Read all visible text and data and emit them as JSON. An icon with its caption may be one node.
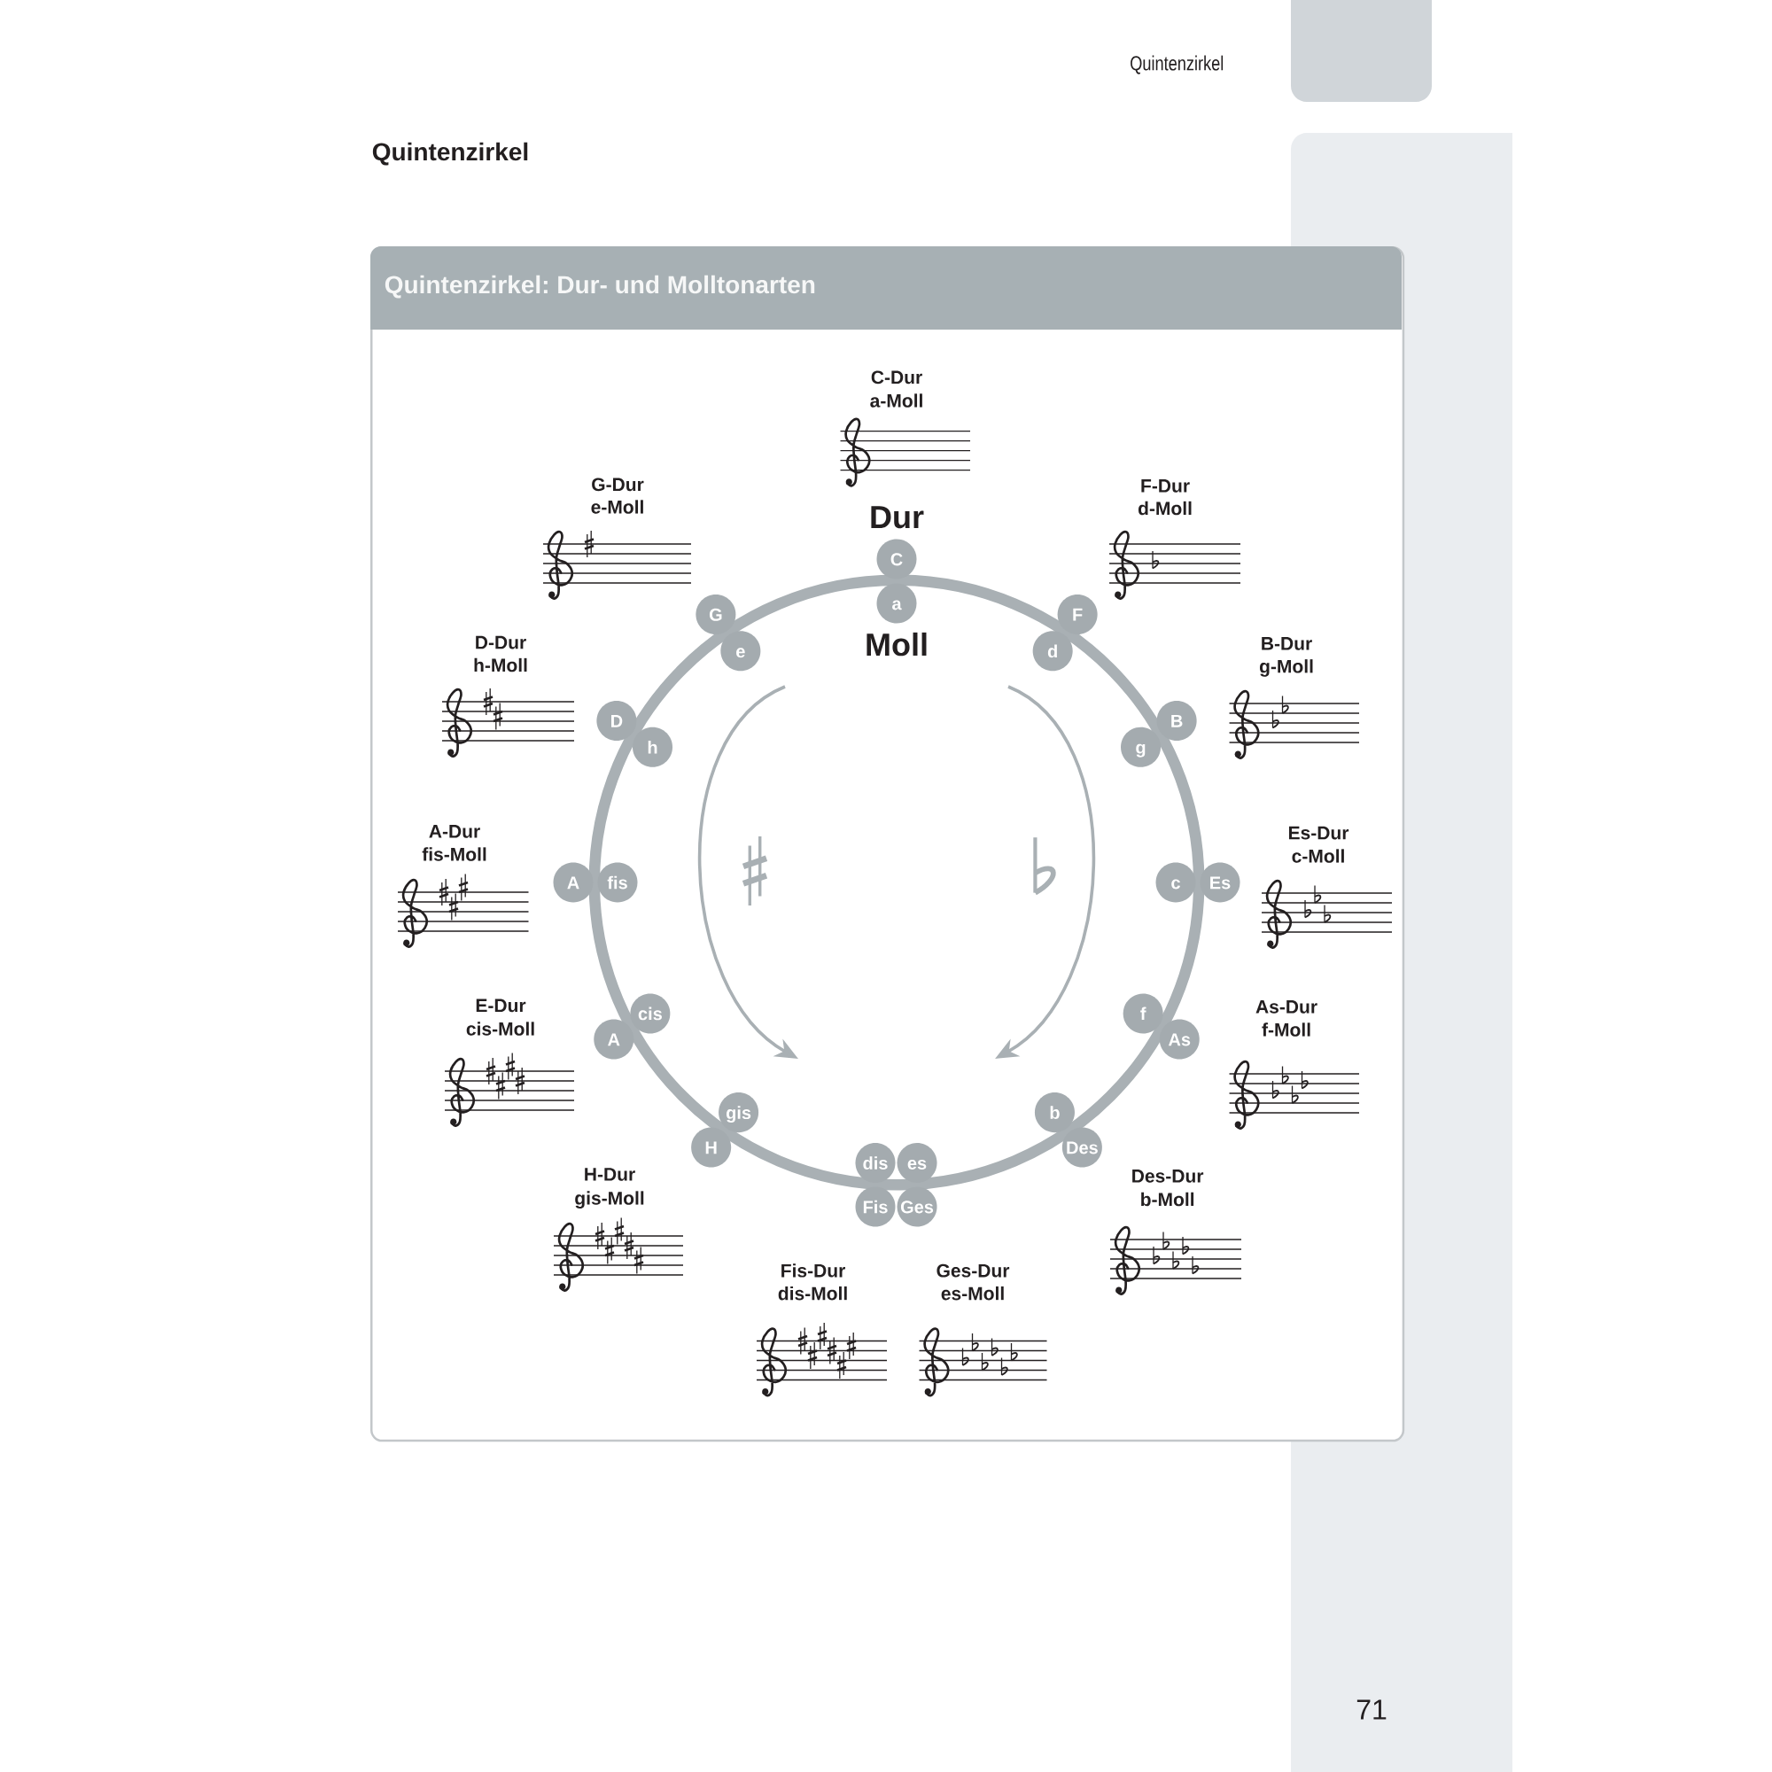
{
  "diagram": {
    "title": "Quintenzirkel",
    "nodes": [
      {
        "text": [
          "Quintenzirkel: Dur- und Molltonarten"
        ]
      },
      {
        "text": [
          "C"
        ],
        "in": 0
      },
      {
        "text": [
          "a"
        ],
        "in": 0
      },
      {
        "text": [
          "G"
        ],
        "in": 0
      },
      {
        "text": [
          "F"
        ],
        "in": 0
      },
      {
        "text": [
          "e"
        ],
        "in": 0
      },
      {
        "text": [
          "d"
        ],
        "in": 0
      },
      {
        "text": [
          "D"
        ],
        "in": 0
      },
      {
        "text": [
          "B"
        ],
        "in": 0
      },
      {
        "text": [
          "h"
        ],
        "in": 0
      },
      {
        "text": [
          "g"
        ],
        "in": 0
      },
      {
        "text": [
          "A"
        ],
        "in": 0
      },
      {
        "text": [
          "fis"
        ],
        "in": 0
      },
      {
        "text": [
          "c"
        ],
        "in": 0
      },
      {
        "text": [
          "Es"
        ],
        "in": 0
      },
      {
        "text": [
          "cis"
        ],
        "in": 0
      },
      {
        "text": [
          "f"
        ],
        "in": 0
      },
      {
        "text": [
          "A"
        ],
        "in": 0
      },
      {
        "text": [
          "As"
        ],
        "in": 0
      },
      {
        "text": [
          "gis"
        ],
        "in": 0
      },
      {
        "text": [
          "b"
        ],
        "in": 0
      },
      {
        "text": [
          "H"
        ],
        "in": 0
      },
      {
        "text": [
          "Des"
        ],
        "in": 0
      },
      {
        "text": [
          "dis"
        ],
        "in": 0
      },
      {
        "text": [
          "es"
        ],
        "in": 0
      },
      {
        "text": [
          "Fis"
        ],
        "in": 0
      },
      {
        "text": [
          "Ges"
        ],
        "in": 0
      }
    ],
    "labels": [
      "Quintenzirkel",
      "C-Dur",
      "a-Moll",
      "G-Dur",
      "e-Moll",
      "F-Dur",
      "d-Moll",
      "Dur",
      "Moll",
      "D-Dur",
      "h-Moll",
      "B-Dur",
      "g-Moll",
      "A-Dur",
      "fis-Moll",
      "Es-Dur",
      "c-Moll",
      "E-Dur",
      "cis-Moll",
      "As-Dur",
      "f-Moll",
      "H-Dur",
      "gis-Moll",
      "Des-Dur",
      "b-Moll",
      "Fis-Dur",
      "dis-Moll",
      "Ges-Dur",
      "es-Moll",
      "71"
    ]
  }
}
